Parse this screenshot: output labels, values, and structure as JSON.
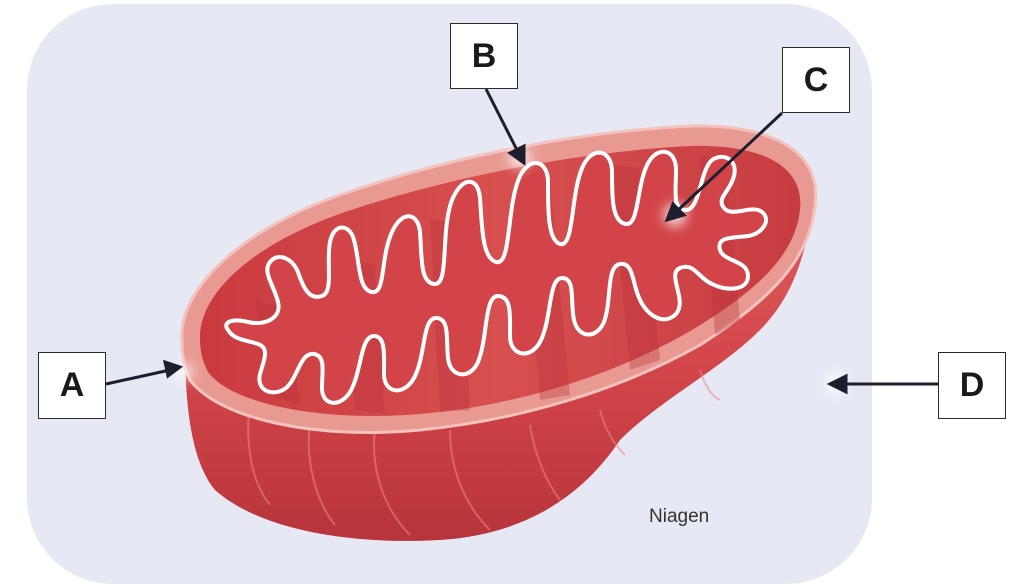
{
  "labels": {
    "a": "A",
    "b": "B",
    "c": "C",
    "d": "D"
  },
  "credit": "Niagen",
  "colors": {
    "background_panel": "#e6e9f3",
    "outer_membrane": "#d44a48",
    "inner_membrane": "#ffffff",
    "matrix": "#cf4143",
    "arrow": "#1c1f2e"
  }
}
